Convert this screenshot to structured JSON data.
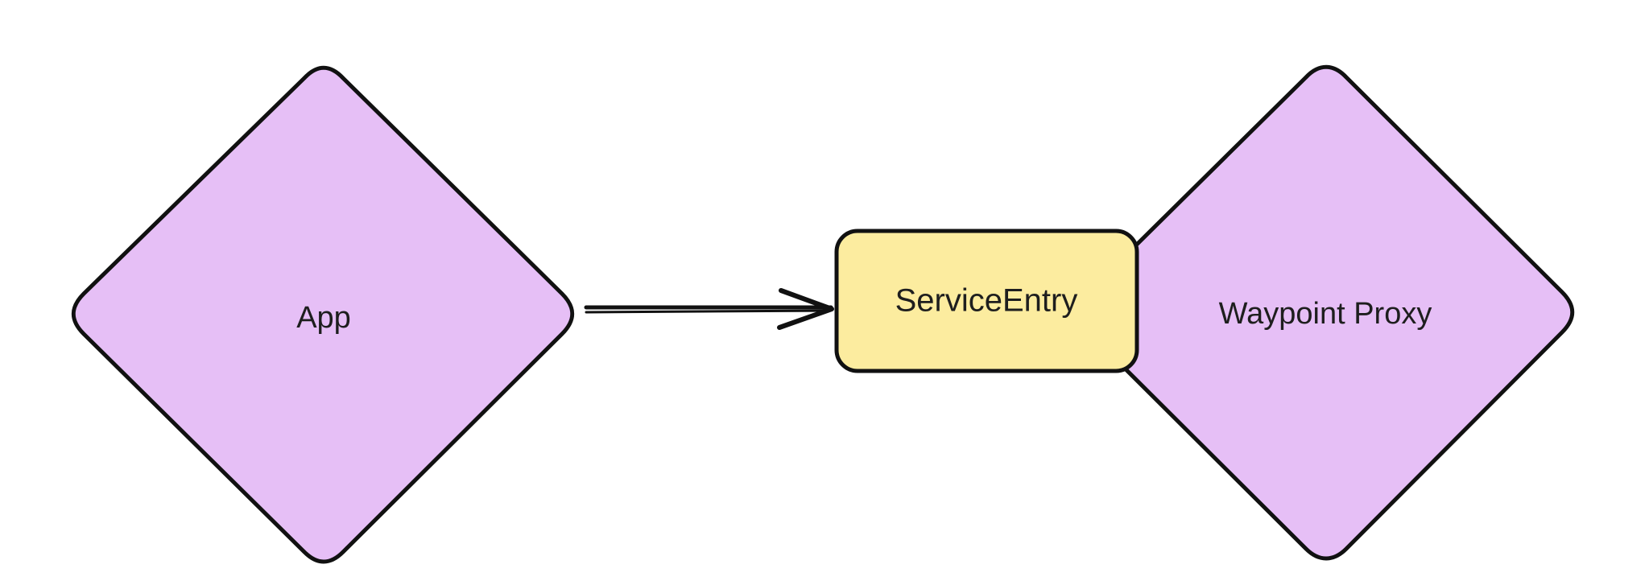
{
  "colors": {
    "diamond_fill": "#e6bff6",
    "rect_fill": "#fcec9f",
    "stroke": "#111111",
    "text": "#1e1e1e"
  },
  "nodes": {
    "app": {
      "label": "App",
      "shape": "diamond"
    },
    "service_entry": {
      "label": "ServiceEntry",
      "shape": "rounded-rectangle"
    },
    "waypoint_proxy": {
      "label": "Waypoint Proxy",
      "shape": "diamond"
    }
  },
  "edges": [
    {
      "from": "app",
      "to": "service_entry",
      "style": "arrow"
    }
  ]
}
